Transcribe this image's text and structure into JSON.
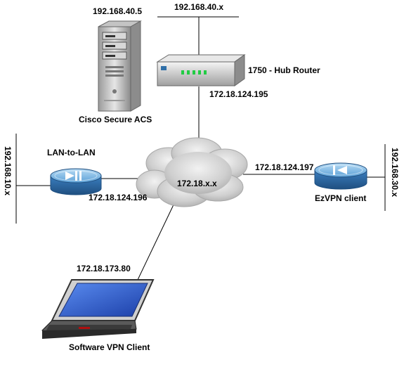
{
  "labels": {
    "acs_ip": "192.168.40.5",
    "lan_top": "192.168.40.x",
    "hub_router": "1750 - Hub Router",
    "hub_ip": "172.18.124.195",
    "acs_name": "Cisco Secure ACS",
    "l2l_name": "LAN-to-LAN",
    "l2l_ip": "172.18.124.196",
    "lan_left": "192.168.10.x",
    "cloud": "172.18.x.x",
    "ezvpn_ip": "172.18.124.197",
    "ezvpn_name": "EzVPN client",
    "lan_right": "192.168.30.x",
    "laptop_ip": "172.18.173.80",
    "laptop_name": "Software VPN Client"
  },
  "colors": {
    "router_blue": "#2f6fa8",
    "router_light": "#8fc0e8",
    "cloud_gray": "#c9c9c9",
    "laptop_screen": "#2b5fd6"
  }
}
